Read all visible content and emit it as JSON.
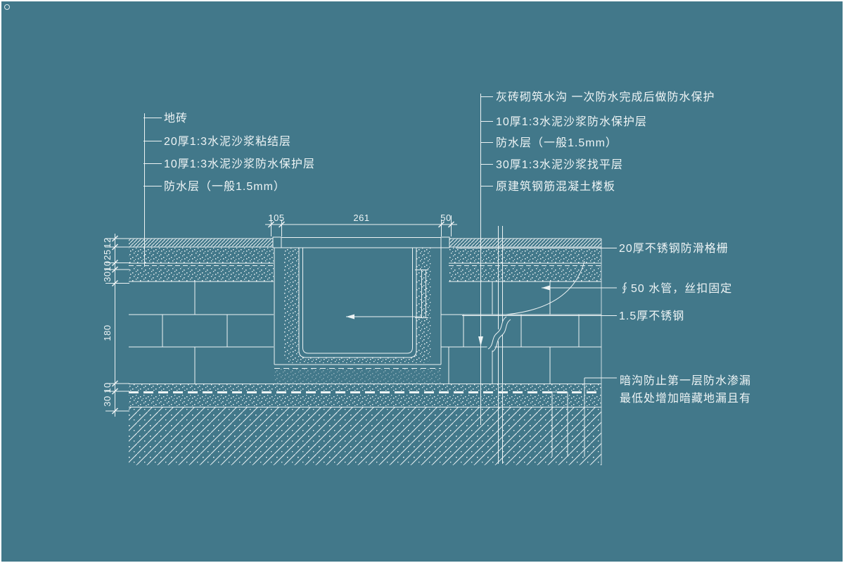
{
  "canvas": {
    "background_color": "#42788a",
    "line_color": "#edf3f4",
    "frame_color": "#ffffff"
  },
  "labels": {
    "left": [
      "地砖",
      "20厚1:3水泥沙浆粘结层",
      "10厚1:3水泥沙浆防水保护层",
      "防水层（一般1.5mm）"
    ],
    "right_top": [
      "灰砖砌筑水沟 一次防水完成后做防水保护",
      "10厚1:3水泥沙浆防水保护层",
      "防水层（一般1.5mm）",
      "30厚1:3水泥沙浆找平层",
      "原建筑钢筋混凝土楼板"
    ],
    "right_mid": [
      "20厚不锈钢防滑格栅",
      "∮50 水管，丝扣固定",
      "1.5厚不锈钢"
    ],
    "note": [
      "暗沟防止第一层防水渗漏",
      "最低处增加暗藏地漏且有"
    ]
  },
  "dimensions": {
    "top": [
      "105",
      "261",
      "50"
    ],
    "left": [
      "12",
      "25",
      "10",
      "30",
      "180",
      "10",
      "30"
    ]
  }
}
